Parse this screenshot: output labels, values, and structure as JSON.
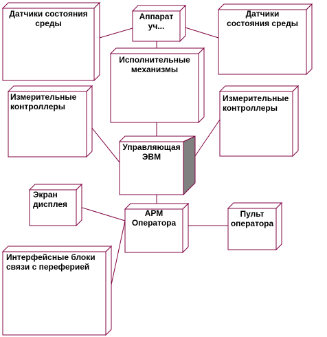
{
  "diagram": {
    "nodes": [
      {
        "id": "sensors-env-left",
        "label": "Датчики состояния\nсреды"
      },
      {
        "id": "apparatus",
        "label": "Аппарат\nуч..."
      },
      {
        "id": "sensors-env-right",
        "label": "Датчики\nсостояния среды"
      },
      {
        "id": "actuators",
        "label": "Исполнительные\nмеханизмы"
      },
      {
        "id": "controllers-left",
        "label": "Измерительные\nконтроллеры"
      },
      {
        "id": "controllers-right",
        "label": "Измерительные\nконтроллеры"
      },
      {
        "id": "computer",
        "label": "Управляющая\nЭВМ"
      },
      {
        "id": "display",
        "label": "Экран\nдисплея"
      },
      {
        "id": "workstation",
        "label": "АРМ\nОператора"
      },
      {
        "id": "console",
        "label": "Пульт\nоператора"
      },
      {
        "id": "interface-blocks",
        "label": "Интерфейсные блоки\nсвязи с переферией"
      }
    ],
    "connections": [
      [
        "sensors-env-left",
        "apparatus"
      ],
      [
        "apparatus",
        "sensors-env-right"
      ],
      [
        "apparatus",
        "actuators"
      ],
      [
        "actuators",
        "computer"
      ],
      [
        "controllers-left",
        "computer"
      ],
      [
        "controllers-right",
        "computer"
      ],
      [
        "computer",
        "workstation"
      ],
      [
        "display",
        "workstation"
      ],
      [
        "console",
        "workstation"
      ],
      [
        "interface-blocks",
        "workstation"
      ]
    ],
    "colors": {
      "stroke": "#800040",
      "fill": "#ffffff",
      "highlight_side": "#808080",
      "text": "#000000"
    }
  }
}
